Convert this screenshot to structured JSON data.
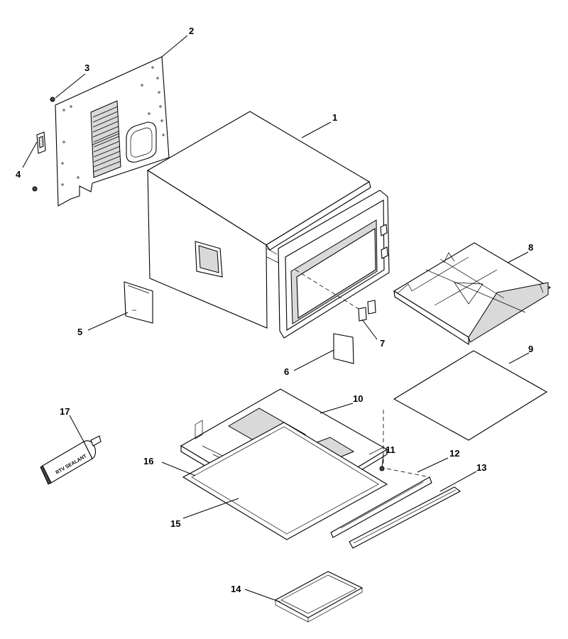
{
  "callouts": [
    {
      "id": "1",
      "label": "1"
    },
    {
      "id": "2",
      "label": "2"
    },
    {
      "id": "3",
      "label": "3"
    },
    {
      "id": "4",
      "label": "4"
    },
    {
      "id": "5",
      "label": "5"
    },
    {
      "id": "6",
      "label": "6"
    },
    {
      "id": "7",
      "label": "7"
    },
    {
      "id": "8",
      "label": "8"
    },
    {
      "id": "9",
      "label": "9"
    },
    {
      "id": "10",
      "label": "10"
    },
    {
      "id": "11",
      "label": "11"
    },
    {
      "id": "12",
      "label": "12"
    },
    {
      "id": "13",
      "label": "13"
    },
    {
      "id": "14",
      "label": "14"
    },
    {
      "id": "15",
      "label": "15"
    },
    {
      "id": "16",
      "label": "16"
    },
    {
      "id": "17",
      "label": "17"
    }
  ],
  "tube_print": "RTV SEALANT"
}
